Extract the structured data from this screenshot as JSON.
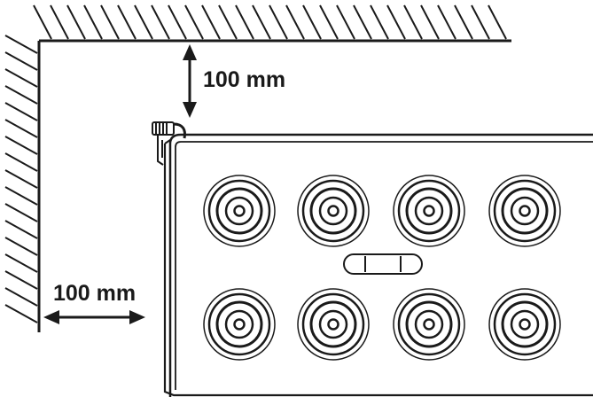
{
  "diagram": {
    "stroke_color": "#1a1a1a",
    "background": "#ffffff",
    "clearance_top_label": "100 mm",
    "clearance_side_label": "100 mm",
    "burner_rows": 2,
    "burner_columns": 4
  }
}
